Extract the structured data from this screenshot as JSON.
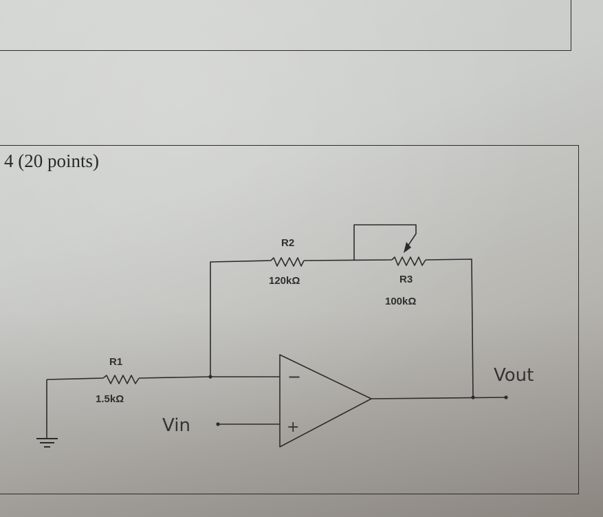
{
  "question": {
    "title": "4 (20 points)"
  },
  "circuit": {
    "type": "non-inverting op-amp amplifier",
    "components": [
      {
        "id": "R1",
        "name": "R1",
        "value": "1.5kΩ",
        "kind": "resistor"
      },
      {
        "id": "R2",
        "name": "R2",
        "value": "120kΩ",
        "kind": "resistor"
      },
      {
        "id": "R3",
        "name": "R3",
        "value": "100kΩ",
        "kind": "potentiometer"
      }
    ],
    "opamp": {
      "inverting_symbol": "−",
      "noninverting_symbol": "+"
    },
    "labels": {
      "input": "Vin",
      "output": "Vout"
    }
  },
  "colors": {
    "ink": "#2b2b2b",
    "paper": "#cfd1ce"
  }
}
